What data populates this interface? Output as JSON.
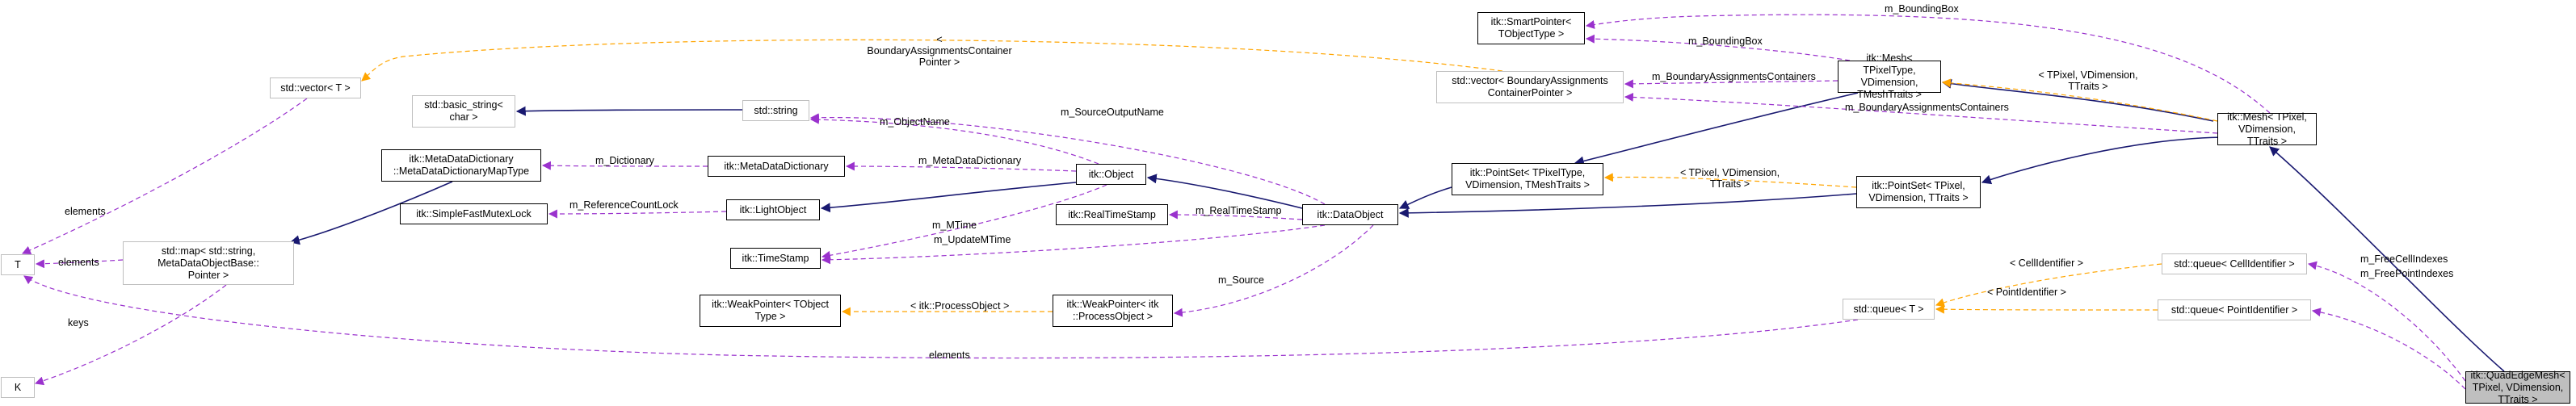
{
  "colors": {
    "inheritance": "#191970",
    "usage": "#9a32cd",
    "template": "#ffa500",
    "current_fill": "#bfbfbf",
    "external_border": "#bfbfbf"
  },
  "nodes": {
    "quadedge_mesh": "itk::QuadEdgeMesh< TPixel, VDimension, TTraits >",
    "mesh_pixel": "itk::Mesh< TPixel, VDimension, TTraits >",
    "mesh_tpixeltype": "itk::Mesh< TPixelType, VDimension, TMeshTraits >",
    "smart_pointer": "itk::SmartPointer< TObjectType >",
    "vector_boundary": "std::vector< BoundaryAssignments ContainerPointer >",
    "pointset_tpixeltype": "itk::PointSet< TPixelType, VDimension, TMeshTraits >",
    "pointset_tpixel": "itk::PointSet< TPixel, VDimension, TTraits >",
    "dataobject": "itk::DataObject",
    "object": "itk::Object",
    "lightobject": "itk::LightObject",
    "metadatadictionary": "itk::MetaDataDictionary",
    "metadatadictionary_maptype": "itk::MetaDataDictionary ::MetaDataDictionaryMapType",
    "simplefastmutexlock": "itk::SimpleFastMutexLock",
    "timestamp": "itk::TimeStamp",
    "realtimestamp": "itk::RealTimeStamp",
    "std_string": "std::string",
    "basic_string": "std::basic_string< char >",
    "std_vector_t": "std::vector< T >",
    "std_map": "std::map< std::string, MetaDataObjectBase:: Pointer >",
    "weakpointer_tobject": "itk::WeakPointer< TObject Type >",
    "weakpointer_process": "itk::WeakPointer< itk ::ProcessObject >",
    "t": "T",
    "k": "K",
    "std_queue_t": "std::queue< T >",
    "queue_cellidentifier": "std::queue< CellIdentifier >",
    "queue_pointidentifier": "std::queue< PointIdentifier >"
  },
  "edge_labels": {
    "m_bounding_box_top": "m_BoundingBox",
    "m_bounding_box": "m_BoundingBox",
    "boundary_assignments_container": "< BoundaryAssignmentsContainer Pointer >",
    "m_boundary_assignments_containers_1": "m_BoundaryAssignmentsContainers",
    "m_boundary_assignments_containers_2": "m_BoundaryAssignmentsContainers",
    "tpixel_vdimension_ttraits_1": "< TPixel, VDimension, TTraits >",
    "tpixel_vdimension_ttraits_2": "< TPixel, VDimension, TTraits >",
    "m_source_output_name": "m_SourceOutputName",
    "m_object_name": "m_ObjectName",
    "m_dictionary": "m_Dictionary",
    "m_meta_data_dictionary": "m_MetaDataDictionary",
    "m_reference_count_lock": "m_ReferenceCountLock",
    "m_mtime": "m_MTime",
    "m_real_time_stamp": "m_RealTimeStamp",
    "m_update_mtime": "m_UpdateMTime",
    "m_source": "m_Source",
    "itk_process_object": "< itk::ProcessObject >",
    "elements_vector": "elements",
    "elements_map": "elements",
    "keys": "keys",
    "elements_queue": "elements",
    "m_free_cell_indexes": "m_FreeCellIndexes",
    "m_free_point_indexes": "m_FreePointIndexes",
    "cell_identifier": "< CellIdentifier >",
    "point_identifier": "< PointIdentifier >"
  }
}
